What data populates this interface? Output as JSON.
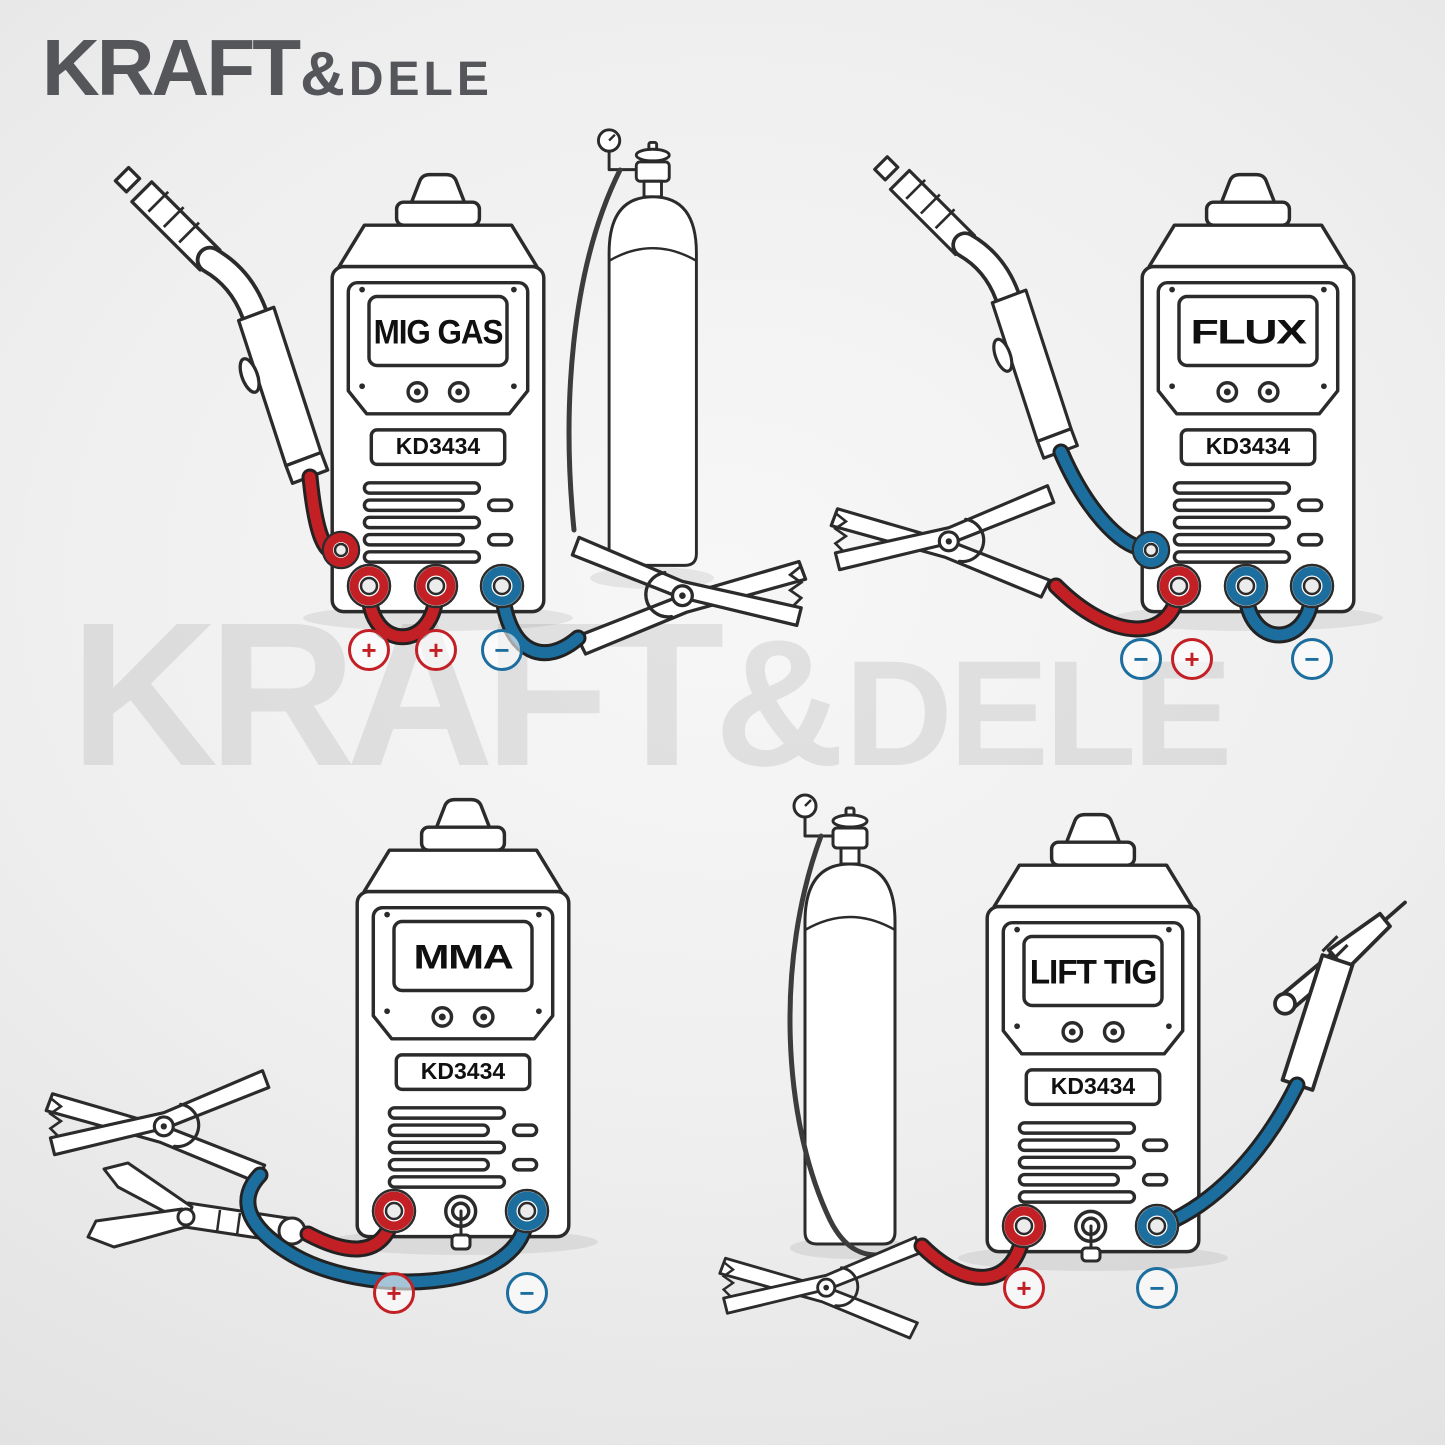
{
  "brand": {
    "kraft": "KRAFT",
    "amp": "&",
    "dele": "DELE"
  },
  "watermark": {
    "kraft": "KRAFT",
    "amp": "&",
    "dele": "DELE"
  },
  "colors": {
    "red": "#c32026",
    "blue": "#1c6e9e",
    "line": "#2b2b2b"
  },
  "panels": [
    {
      "name": "mig-gas",
      "mode": "MIG GAS",
      "model": "KD3434",
      "polarities": [
        {
          "sign": "+",
          "color": "red"
        },
        {
          "sign": "+",
          "color": "red"
        },
        {
          "sign": "−",
          "color": "blue"
        }
      ]
    },
    {
      "name": "flux",
      "mode": "FLUX",
      "model": "KD3434",
      "polarities": [
        {
          "sign": "−",
          "color": "blue"
        },
        {
          "sign": "+",
          "color": "red"
        },
        {
          "sign": "−",
          "color": "blue"
        }
      ]
    },
    {
      "name": "mma",
      "mode": "MMA",
      "model": "KD3434",
      "polarities": [
        {
          "sign": "+",
          "color": "red"
        },
        {
          "sign": "−",
          "color": "blue"
        }
      ]
    },
    {
      "name": "lift-tig",
      "mode": "LIFT TIG",
      "model": "KD3434",
      "polarities": [
        {
          "sign": "+",
          "color": "red"
        },
        {
          "sign": "−",
          "color": "blue"
        }
      ]
    }
  ]
}
